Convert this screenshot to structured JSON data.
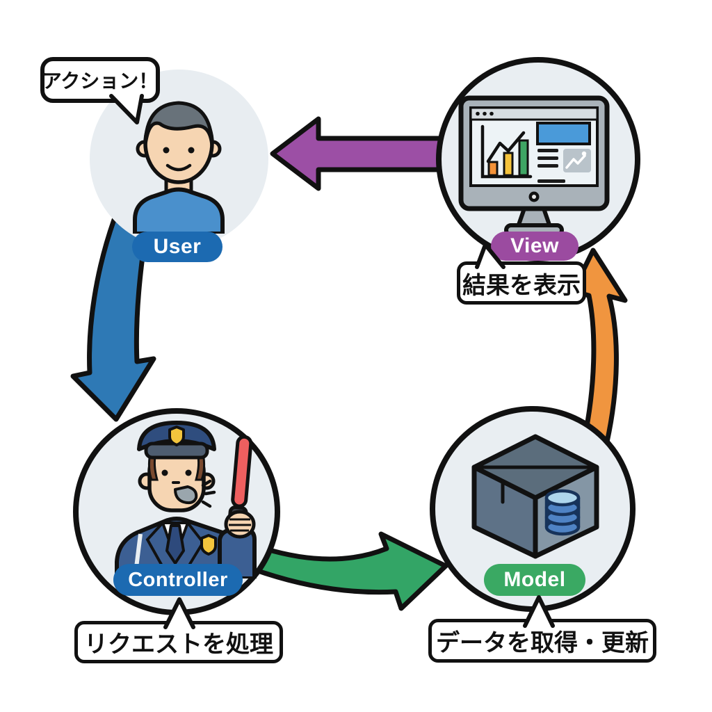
{
  "diagram": {
    "type": "mvc-flow",
    "speech_bubble": {
      "text": "アクション！"
    },
    "nodes": {
      "user": {
        "label": "User",
        "caption": "",
        "badge_color": "#1c6ab1",
        "icon": "user-avatar-icon"
      },
      "view": {
        "label": "View",
        "caption": "結果を表示",
        "badge_color": "#9b4ba0",
        "icon": "monitor-chart-icon"
      },
      "controller": {
        "label": "Controller",
        "caption": "リクエストを処理",
        "badge_color": "#1c6ab1",
        "icon": "police-officer-icon"
      },
      "model": {
        "label": "Model",
        "caption": "データを取得・更新",
        "badge_color": "#3aa963",
        "icon": "package-database-icon"
      }
    },
    "arrows": [
      {
        "from": "User",
        "to": "Controller",
        "color": "#2e79b5",
        "shape": "curved-down-left"
      },
      {
        "from": "Controller",
        "to": "Model",
        "color": "#33a566",
        "shape": "curved-right"
      },
      {
        "from": "Model",
        "to": "View",
        "color": "#f0953f",
        "shape": "curved-up-right"
      },
      {
        "from": "View",
        "to": "User",
        "color": "#9c4fa5",
        "shape": "straight-left"
      }
    ],
    "colors": {
      "circle_fill": "#e9eef2",
      "user_circle_fill": "#e8edf1",
      "outline": "#111111",
      "label_box_bg": "#ffffff"
    }
  }
}
